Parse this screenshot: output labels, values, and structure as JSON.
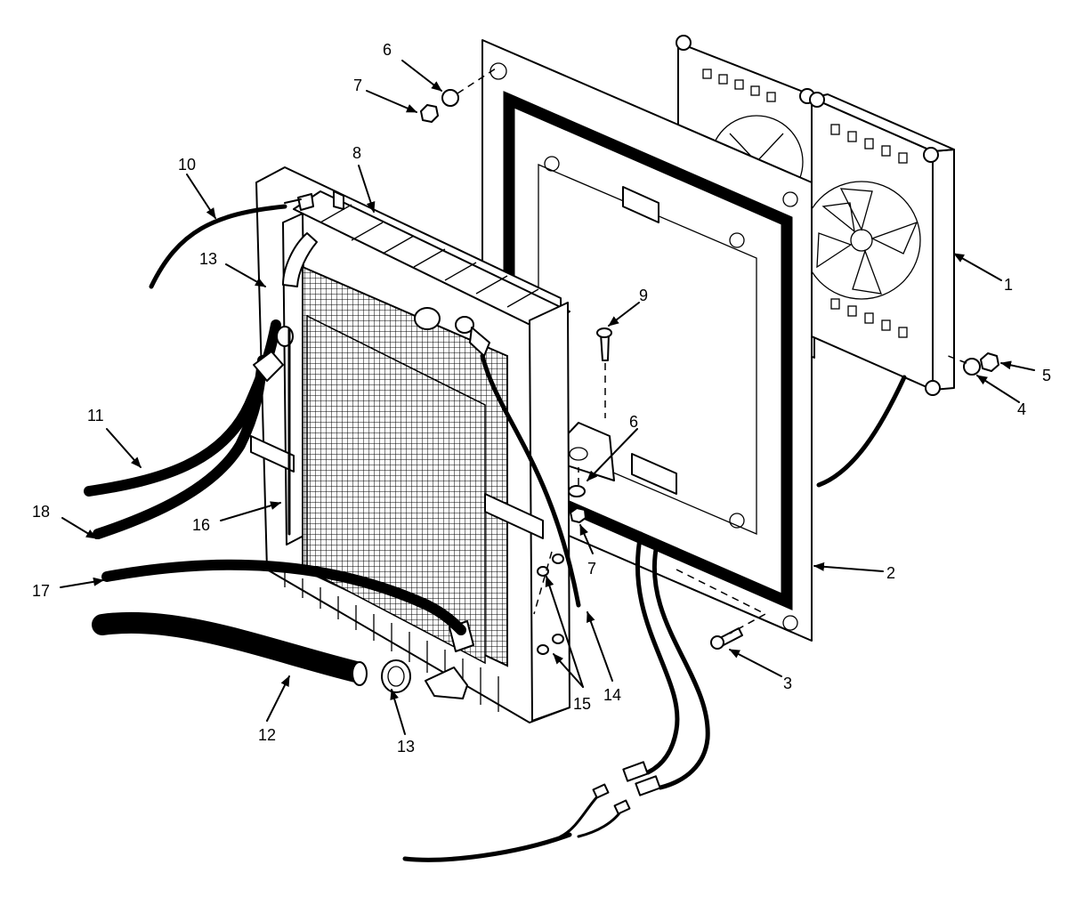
{
  "diagram": {
    "colors": {
      "ink": "#000000",
      "paper": "#ffffff"
    },
    "callouts": [
      {
        "id": "c1",
        "label": "1"
      },
      {
        "id": "c2",
        "label": "2"
      },
      {
        "id": "c3",
        "label": "3"
      },
      {
        "id": "c4",
        "label": "4"
      },
      {
        "id": "c5",
        "label": "5"
      },
      {
        "id": "c6a",
        "label": "6"
      },
      {
        "id": "c6b",
        "label": "6"
      },
      {
        "id": "c7a",
        "label": "7"
      },
      {
        "id": "c7b",
        "label": "7"
      },
      {
        "id": "c8",
        "label": "8"
      },
      {
        "id": "c9",
        "label": "9"
      },
      {
        "id": "c10",
        "label": "10"
      },
      {
        "id": "c11",
        "label": "11"
      },
      {
        "id": "c12",
        "label": "12"
      },
      {
        "id": "c13a",
        "label": "13"
      },
      {
        "id": "c13b",
        "label": "13"
      },
      {
        "id": "c14",
        "label": "14"
      },
      {
        "id": "c15",
        "label": "15"
      },
      {
        "id": "c16",
        "label": "16"
      },
      {
        "id": "c17",
        "label": "17"
      },
      {
        "id": "c18",
        "label": "18"
      }
    ]
  }
}
